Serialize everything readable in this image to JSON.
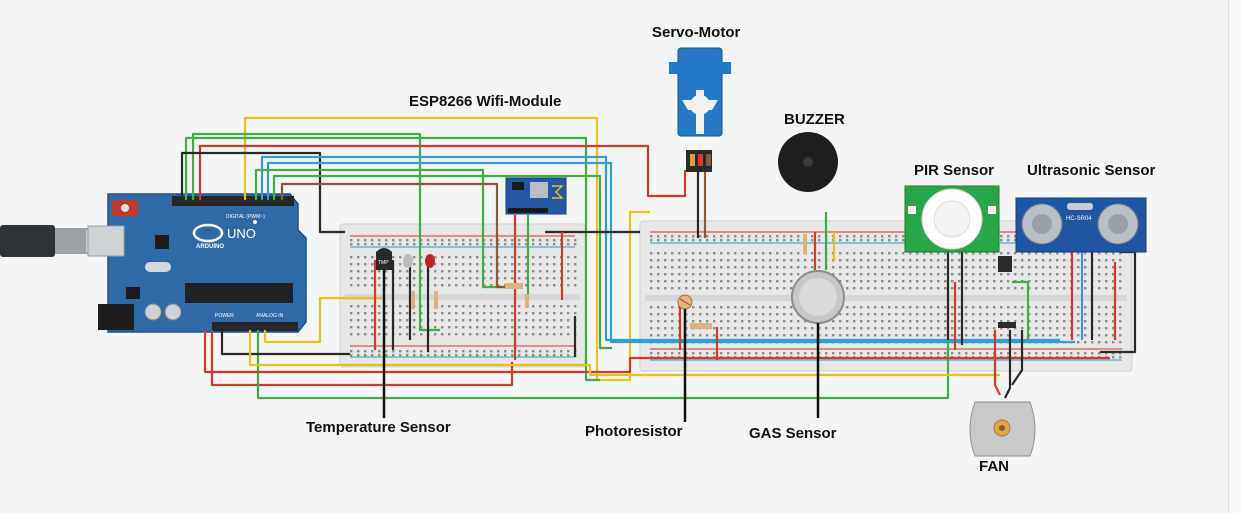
{
  "labels": {
    "servo": "Servo-Motor",
    "esp": "ESP8266 Wifi-Module",
    "buzzer": "BUZZER",
    "pir": "PIR Sensor",
    "ultrasonic": "Ultrasonic Sensor",
    "temperature": "Temperature Sensor",
    "photoresistor": "Photoresistor",
    "gas": "GAS Sensor",
    "fan": "FAN"
  },
  "board": {
    "name": "UNO",
    "digital_label": "DIGITAL (PWM~)",
    "power_label": "POWER",
    "analog_label": "ANALOG IN",
    "arduino_text": "ARDUINO"
  },
  "chip_text": {
    "temp_sensor": "TMP",
    "ultrasonic_model": "HC-SR04"
  },
  "colors": {
    "board": "#2f6aa8",
    "breadboard": "#e6e7e6",
    "wire_red": "#d23a2d",
    "wire_green": "#3fae48",
    "wire_yellow": "#e6c31d",
    "wire_black": "#2a2a2a",
    "wire_blue": "#2d9fd4",
    "wire_brown": "#8a5a3b",
    "servo_blue": "#2379c7",
    "pir_green": "#2aa64a",
    "sonar_blue": "#1f56a4"
  }
}
